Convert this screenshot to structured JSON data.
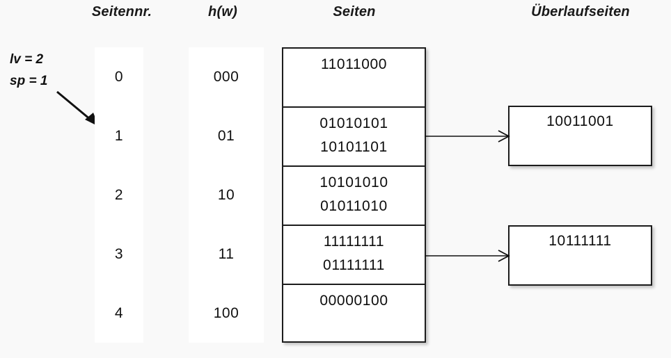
{
  "diagram": {
    "title_columns": {
      "seitennr": "Seitennr.",
      "hw": "h(w)",
      "seiten": "Seiten",
      "ueberlaufseiten": "Überlaufseiten"
    },
    "legend": {
      "lv": "lv = 2",
      "sp": "sp = 1",
      "arrow_icon": "diagonal-arrow-down-right"
    },
    "colors": {
      "background": "#f9f9f9",
      "panel": "#ffffff",
      "stroke": "#1c1c1c",
      "text": "#0d0d0d"
    },
    "rows": [
      {
        "seitennr": "0",
        "hw": "000",
        "seiten": [
          "11011000"
        ],
        "overflow": null
      },
      {
        "seitennr": "1",
        "hw": "01",
        "seiten": [
          "01010101",
          "10101101"
        ],
        "overflow": "10011001"
      },
      {
        "seitennr": "2",
        "hw": "10",
        "seiten": [
          "10101010",
          "01011010"
        ],
        "overflow": null
      },
      {
        "seitennr": "3",
        "hw": "11",
        "seiten": [
          "11111111",
          "01111111"
        ],
        "overflow": "10111111"
      },
      {
        "seitennr": "4",
        "hw": "100",
        "seiten": [
          "00000100"
        ],
        "overflow": null
      }
    ],
    "overflow_pages": [
      {
        "value": "10011001",
        "from_row": 1,
        "arrow_icon": "arrow-right"
      },
      {
        "value": "10111111",
        "from_row": 3,
        "arrow_icon": "arrow-right"
      }
    ]
  }
}
